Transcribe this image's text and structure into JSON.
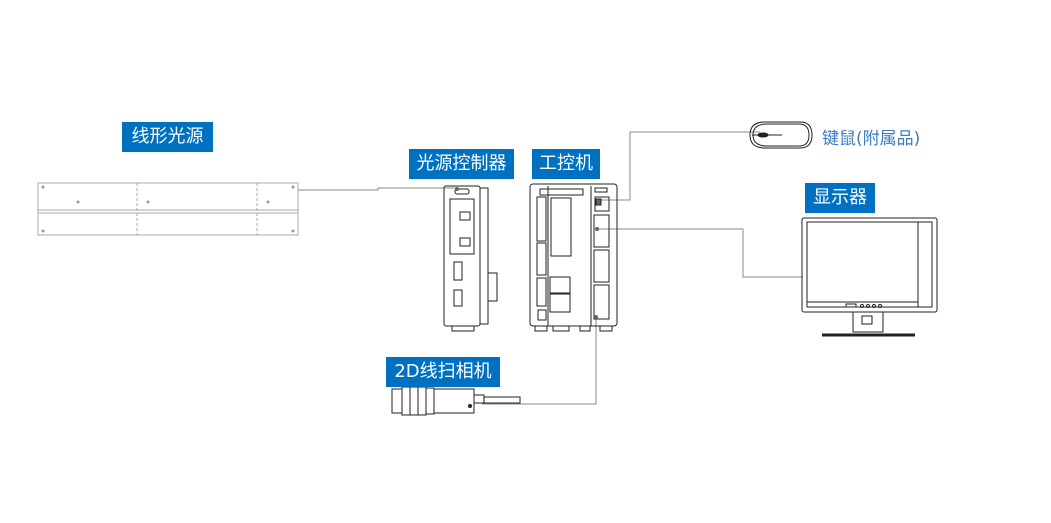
{
  "labels": {
    "light_source": "线形光源",
    "light_controller": "光源控制器",
    "industrial_pc": "工控机",
    "keyboard_mouse": "键鼠(附属品)",
    "monitor": "显示器",
    "camera": "2D线扫相机"
  },
  "colors": {
    "label_bg": "#0070c0",
    "label_text": "#ffffff",
    "accessory_text": "#3a7dc4",
    "wire": "#888888"
  }
}
